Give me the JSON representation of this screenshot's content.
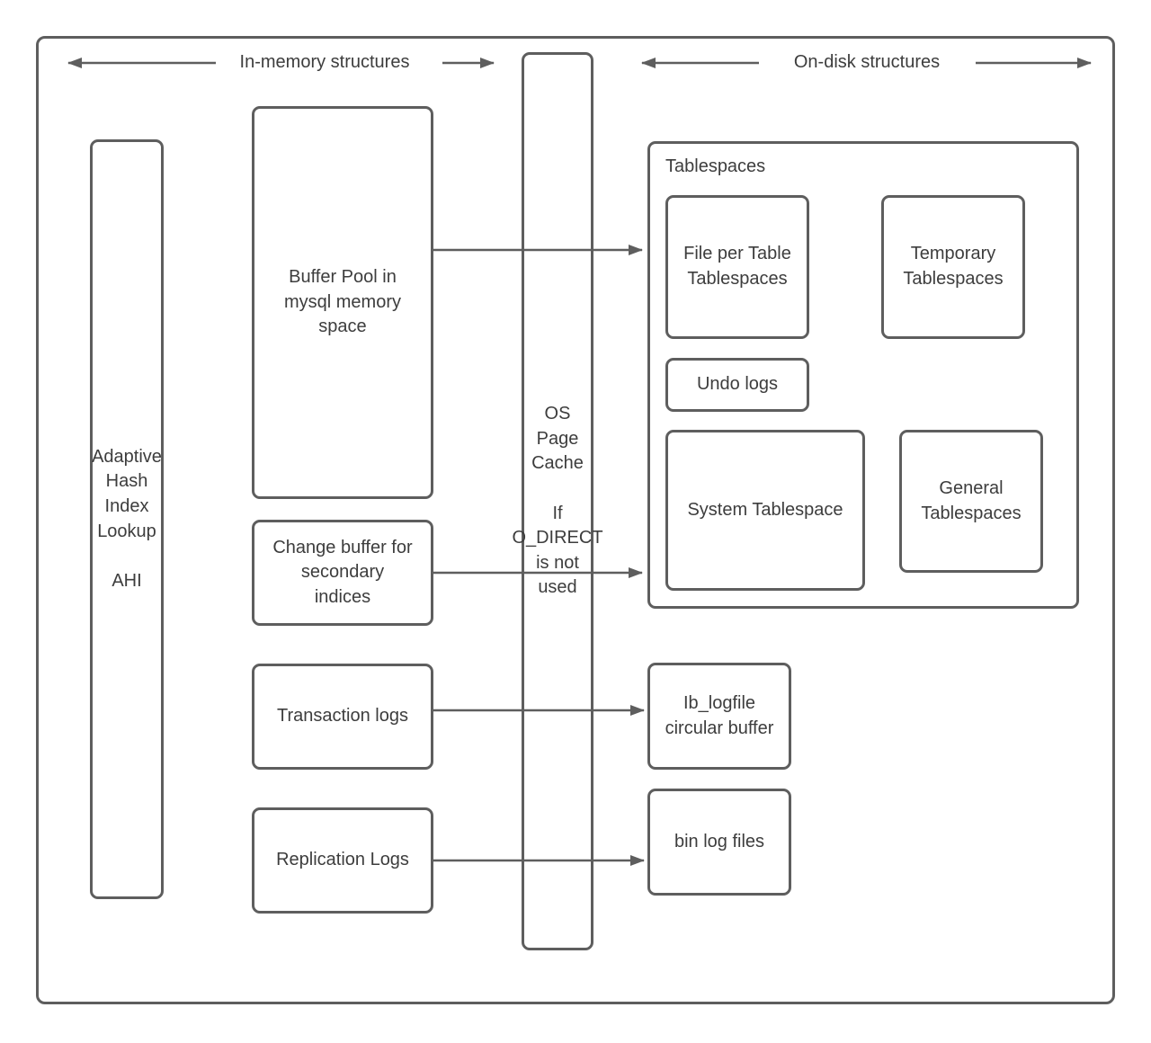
{
  "colors": {
    "stroke": "#5e5e5e",
    "text": "#3d3d3d",
    "background": "#ffffff"
  },
  "headers": {
    "in_memory": "In-memory structures",
    "on_disk": "On-disk structures"
  },
  "nodes": {
    "adaptive_hash": "Adaptive\nHash\nIndex\nLookup\n\nAHI",
    "buffer_pool": "Buffer Pool in\nmysql memory\nspace",
    "change_buffer": "Change buffer for\nsecondary\nindices",
    "transaction_logs": "Transaction logs",
    "replication_logs": "Replication Logs",
    "os_page_cache": "OS\nPage\nCache\n\nIf\nO_DIRECT\nis not\nused",
    "tablespaces_label": "Tablespaces",
    "file_per_table": "File per Table\nTablespaces",
    "temporary_tablespaces": "Temporary\nTablespaces",
    "undo_logs": "Undo logs",
    "system_tablespace": "System Tablespace",
    "general_tablespaces": "General\nTablespaces",
    "ib_logfile": "Ib_logfile\ncircular buffer",
    "bin_log_files": "bin log files"
  },
  "edges": [
    {
      "from": "buffer-pool",
      "to": "tablespaces"
    },
    {
      "from": "change-buffer",
      "to": "tablespaces"
    },
    {
      "from": "transaction-logs",
      "to": "ib-logfile-circular-buffer"
    },
    {
      "from": "replication-logs",
      "to": "bin-log-files"
    }
  ]
}
